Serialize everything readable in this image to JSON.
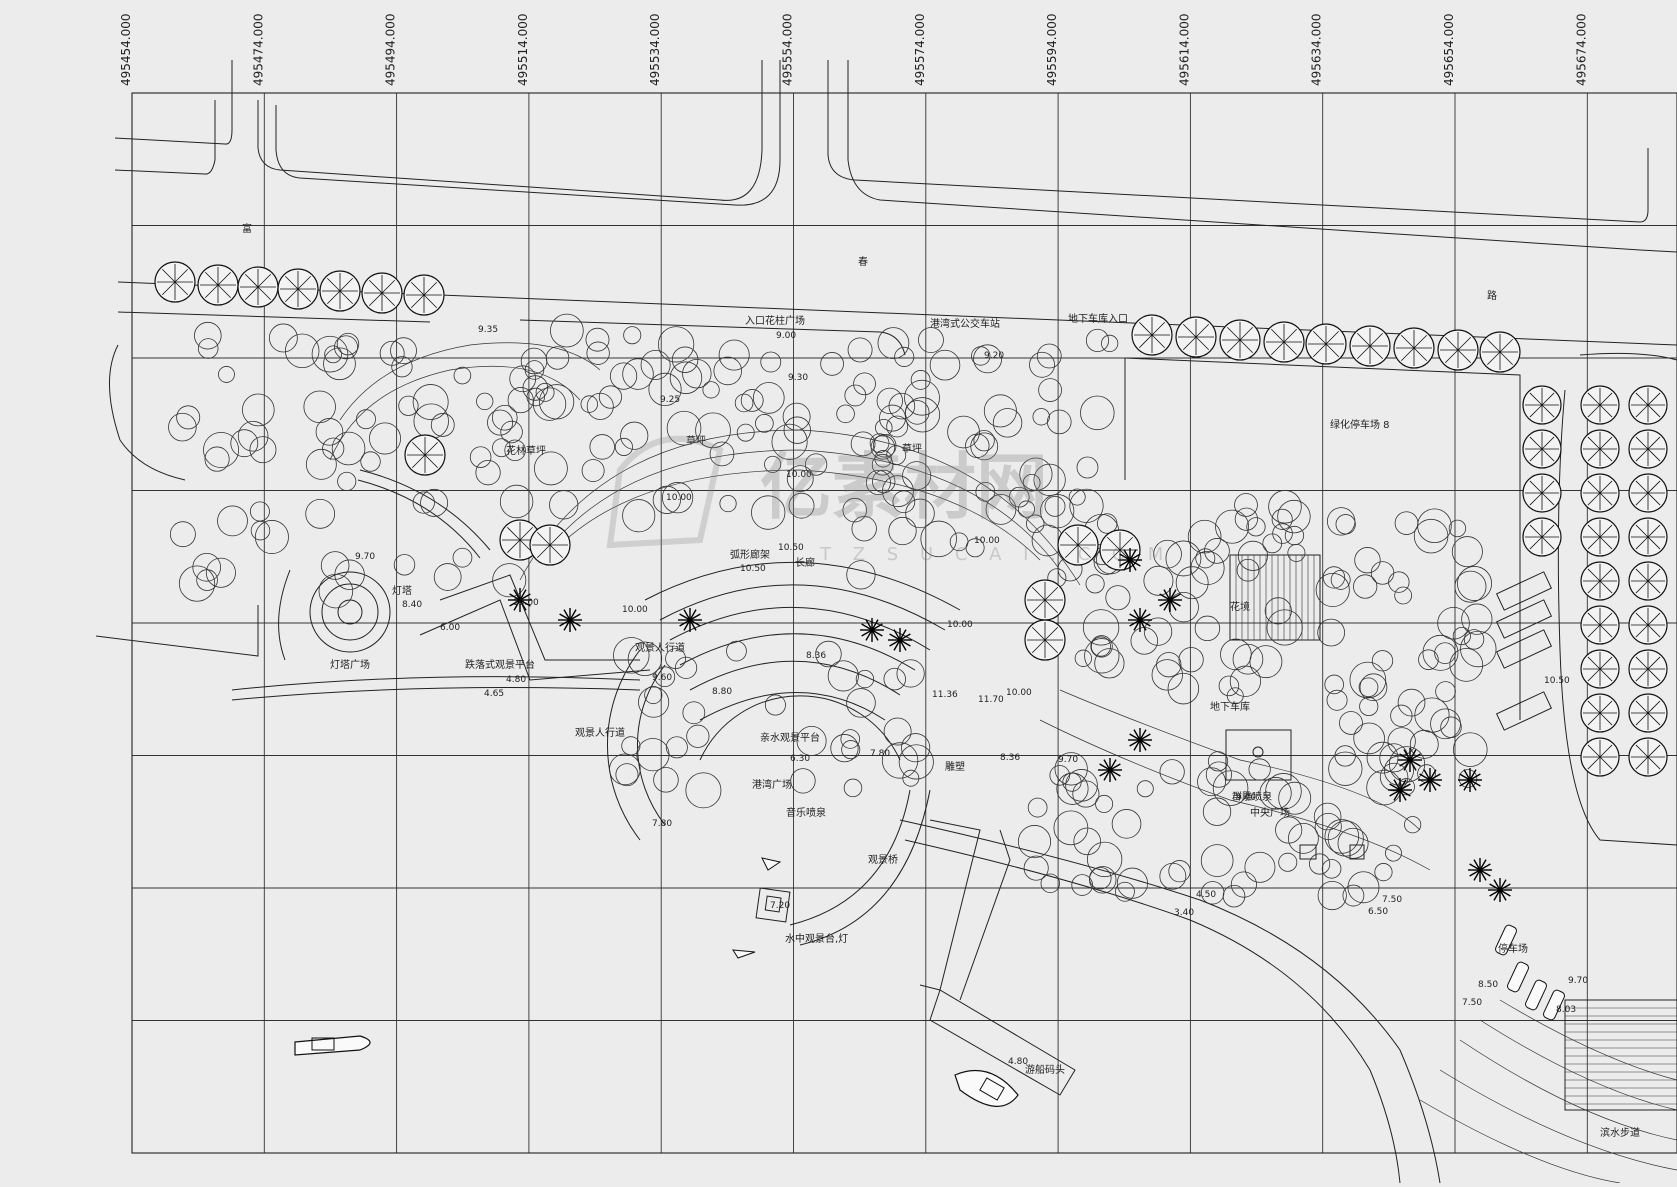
{
  "grid": {
    "x_coordinates": [
      "495454.000",
      "495474.000",
      "495494.000",
      "495514.000",
      "495534.000",
      "495554.000",
      "495574.000",
      "495594.000",
      "495614.000",
      "495634.000",
      "495654.000",
      "495674.000"
    ]
  },
  "roads": [
    {
      "id": "road-char-1",
      "text": "富"
    },
    {
      "id": "road-char-2",
      "text": "春"
    },
    {
      "id": "road-char-3",
      "text": "路"
    }
  ],
  "labels": [
    {
      "id": "entrance-plaza",
      "text": "入口花柱广场"
    },
    {
      "id": "harbor-bus-stop",
      "text": "港湾式公交车站"
    },
    {
      "id": "garage-entrance",
      "text": "地下车库入口"
    },
    {
      "id": "garden-lawn",
      "text": "花林草坪"
    },
    {
      "id": "lawn-1",
      "text": "草坪"
    },
    {
      "id": "lawn-2",
      "text": "草坪"
    },
    {
      "id": "lighthouse-plaza",
      "text": "灯塔广场"
    },
    {
      "id": "harbor-plaza",
      "text": "港湾广场"
    },
    {
      "id": "central-plaza",
      "text": "中央广场"
    },
    {
      "id": "carpark-8",
      "text": "绿化停车场 8"
    },
    {
      "id": "lighthouse",
      "text": "灯塔"
    },
    {
      "id": "waterfront-deck",
      "text": "跌落式观景平台"
    },
    {
      "id": "pedestrian-1",
      "text": "观景人行道"
    },
    {
      "id": "pedestrian-2",
      "text": "观景人行道"
    },
    {
      "id": "viewing-platform",
      "text": "亲水观景平台"
    },
    {
      "id": "music-fountain",
      "text": "音乐喷泉"
    },
    {
      "id": "arc-pavilion",
      "text": "弧形廊架"
    },
    {
      "id": "corridor",
      "text": "长廊"
    },
    {
      "id": "bridge",
      "text": "观景桥"
    },
    {
      "id": "watch-tower",
      "text": "水中观景台,灯"
    },
    {
      "id": "dock",
      "text": "游船码头"
    },
    {
      "id": "sculpture",
      "text": "雕塑"
    },
    {
      "id": "parking",
      "text": "停车场"
    },
    {
      "id": "waterfront-trail",
      "text": "滨水步道"
    },
    {
      "id": "sunken-plaza",
      "text": "地下车库"
    },
    {
      "id": "fountain-sculpture",
      "text": "群雕喷泉"
    },
    {
      "id": "flower-belt",
      "text": "花境"
    }
  ],
  "elevations": [
    "9.35",
    "9.00",
    "9.30",
    "9.20",
    "9.25",
    "10.00",
    "10.00",
    "10.50",
    "10.00",
    "10.00",
    "10.50",
    "10.00",
    "10.00",
    "9.70",
    "8.40",
    "6.00",
    "4.80",
    "4.65",
    "9.60",
    "8.36",
    "11.36",
    "11.70",
    "10.00",
    "8.80",
    "7.80",
    "6.30",
    "7.80",
    "8.36",
    "9.70",
    "9.70",
    "4.50",
    "3.40",
    "6.50",
    "7.50",
    "8.50",
    "9.70",
    "7.50",
    "8.03",
    "4.80",
    "10.50",
    "7.20"
  ],
  "watermark": {
    "main": "亿素材网",
    "sub": "T Z S U C A I . C O M"
  }
}
